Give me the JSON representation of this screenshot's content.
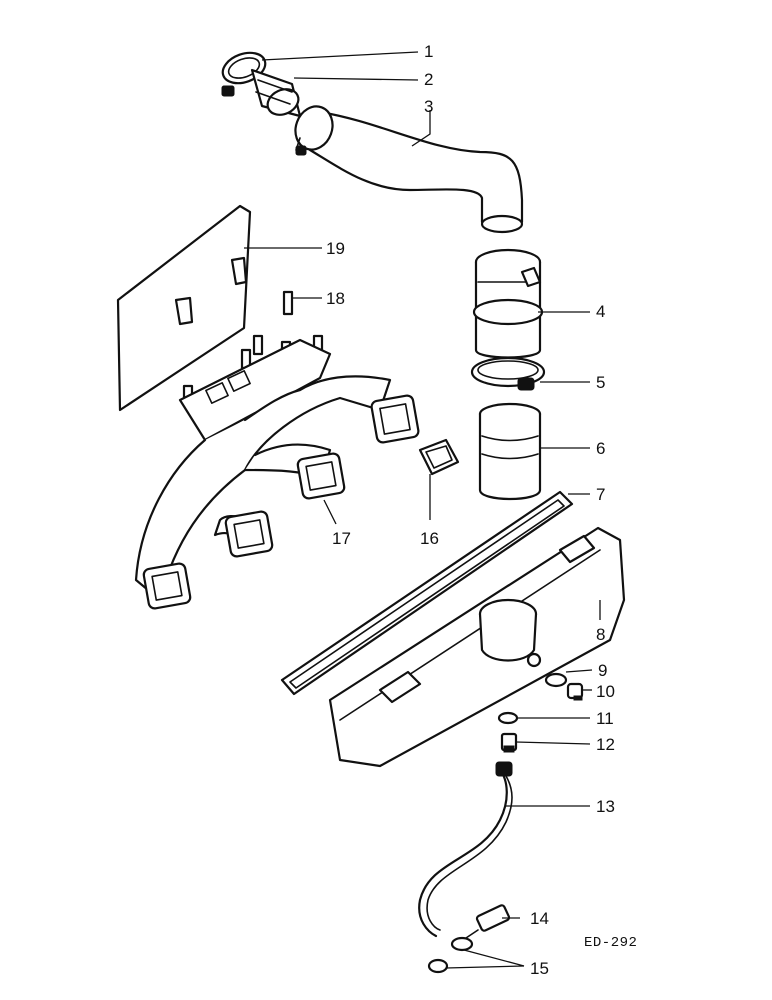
{
  "callouts": [
    "1",
    "2",
    "3",
    "4",
    "5",
    "6",
    "7",
    "8",
    "9",
    "10",
    "11",
    "12",
    "13",
    "14",
    "15",
    "16",
    "17",
    "18",
    "19"
  ],
  "reference_code": "ED-292"
}
